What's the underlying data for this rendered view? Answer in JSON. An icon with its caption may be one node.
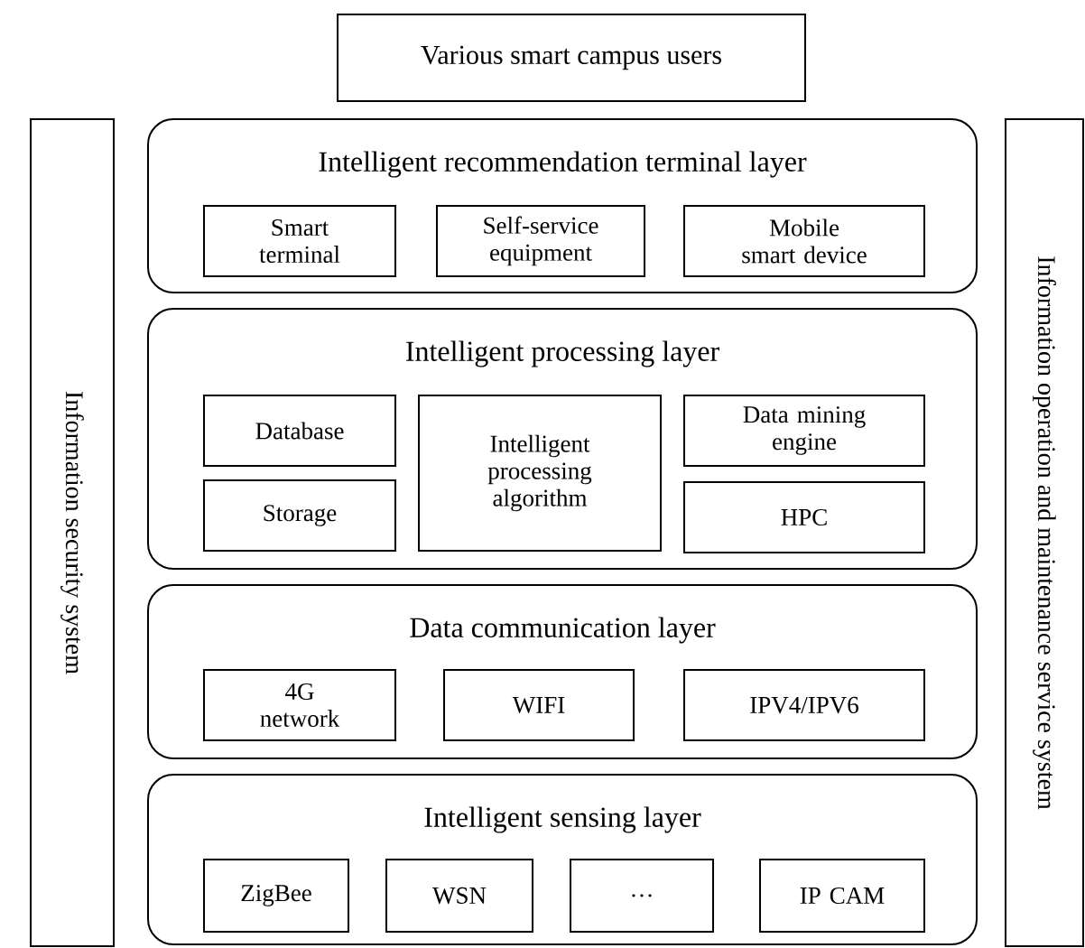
{
  "diagram": {
    "nodes": [
      {
        "text": [
          "Various smart campus users"
        ]
      },
      {
        "text": [
          "Information security system"
        ]
      },
      {
        "text": [
          "Information operation and maintenance service system"
        ]
      },
      {
        "text": [
          "Intelligent recommendation terminal layer"
        ]
      },
      {
        "text": [
          "Smart terminal"
        ],
        "in": 3
      },
      {
        "text": [
          "Self-service equipment"
        ],
        "in": 3
      },
      {
        "text": [
          "Mobile smart device"
        ],
        "in": 3
      },
      {
        "text": [
          "Intelligent processing layer"
        ]
      },
      {
        "text": [
          "Database"
        ],
        "in": 7
      },
      {
        "text": [
          "Intelligent processing algorithm"
        ],
        "in": 7
      },
      {
        "text": [
          "Data mining engine"
        ],
        "in": 7
      },
      {
        "text": [
          "Storage"
        ],
        "in": 7
      },
      {
        "text": [
          "HPC"
        ],
        "in": 7
      },
      {
        "text": [
          "Data communication layer"
        ]
      },
      {
        "text": [
          "4G network"
        ],
        "in": 13
      },
      {
        "text": [
          "WIFI"
        ],
        "in": 13
      },
      {
        "text": [
          "IPV4/IPV6"
        ],
        "in": 13
      },
      {
        "text": [
          "Intelligent sensing layer"
        ]
      },
      {
        "text": [
          "ZigBee"
        ],
        "in": 17
      },
      {
        "text": [
          "WSN"
        ],
        "in": 17
      },
      {
        "text": [
          "…"
        ],
        "in": 17
      },
      {
        "text": [
          "IP CAM"
        ],
        "in": 17
      }
    ]
  }
}
